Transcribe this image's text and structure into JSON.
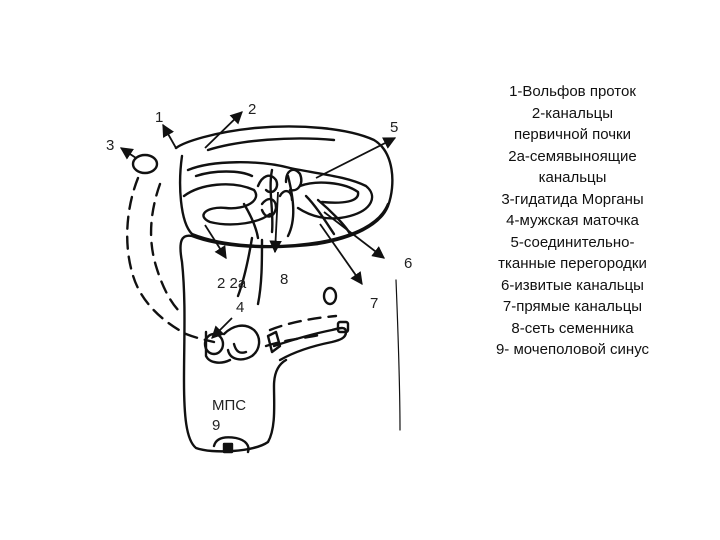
{
  "diagram": {
    "labels": {
      "l1": "1",
      "l2": "2",
      "l3": "3",
      "l5": "5",
      "l6": "6",
      "l7": "7",
      "l8": "8",
      "l22a": "2 2а",
      "l4": "4",
      "mps": "МПС",
      "l9": "9"
    },
    "legend": [
      "1-Вольфов проток",
      "2-канальцы",
      "первичной почки",
      "2а-семявыноящие",
      "канальцы",
      "3-гидатида Морганы",
      "4-мужская маточка",
      "5-соединительно-",
      "тканные перегородки",
      "6-извитые канальцы",
      "7-прямые канальцы",
      "8-сеть семенника",
      "9- мочеполовой синус"
    ],
    "colors": {
      "stroke": "#111111",
      "background": "#ffffff"
    }
  }
}
